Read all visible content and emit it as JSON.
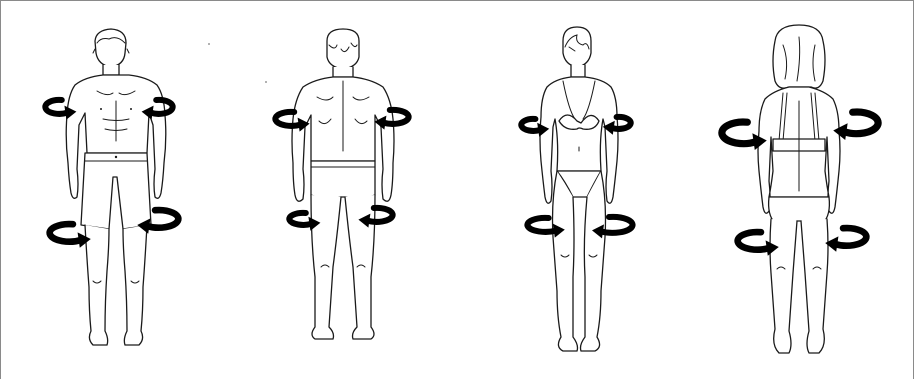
{
  "figures": [
    {
      "id": "man-front",
      "view": "front",
      "sex": "male",
      "garment": "shorts"
    },
    {
      "id": "man-back",
      "view": "back",
      "sex": "male",
      "garment": "briefs"
    },
    {
      "id": "woman-front",
      "view": "front",
      "sex": "female",
      "garment": "bikini"
    },
    {
      "id": "woman-back",
      "view": "back",
      "sex": "female",
      "garment": "bikini"
    }
  ],
  "colors": {
    "outline": "#1a1a1a",
    "arrow": "#000000",
    "border": "#8a8a8a",
    "background": "#ffffff"
  },
  "icons": {
    "rotation_arrow": "curved-rotation-arrow-icon"
  }
}
